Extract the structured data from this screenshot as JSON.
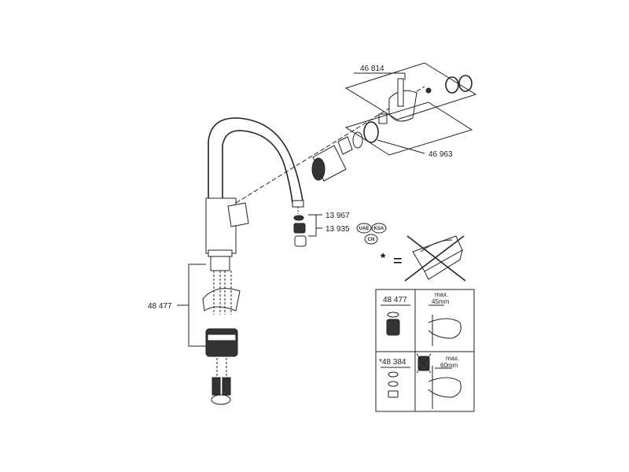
{
  "parts": {
    "handle_kit": "46 814",
    "cartridge": "46 963",
    "aerator_ring": "13 967",
    "aerator": "13 935",
    "hose_set": "48 477"
  },
  "region_badges": [
    "UAE",
    "KSA",
    "CN"
  ],
  "note": {
    "asterisk": "*",
    "equals": "="
  },
  "table": {
    "row1": {
      "part": "48 477",
      "max_label": "max.",
      "max_value": "45mm"
    },
    "row2": {
      "part": "*48 384",
      "max_label": "max.",
      "max_value": "60mm"
    }
  }
}
